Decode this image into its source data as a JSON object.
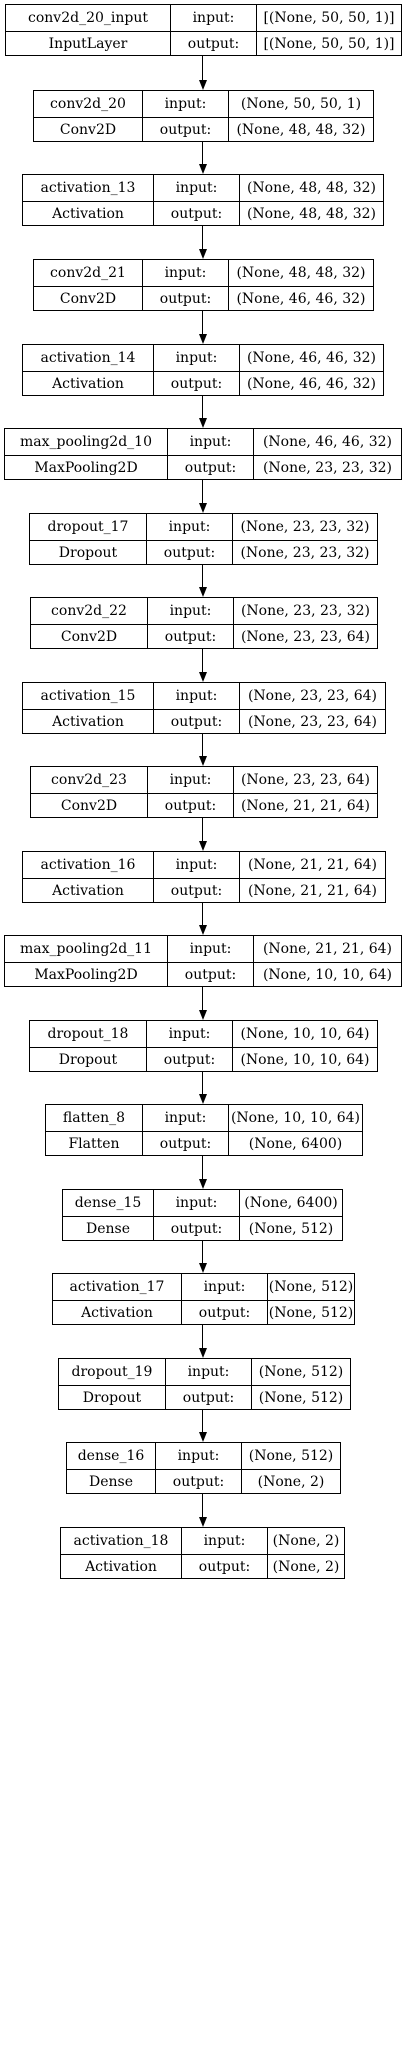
{
  "layers": [
    {
      "name": "conv2d_20_input",
      "type": "InputLayer",
      "input_label": "input:",
      "output_label": "output:",
      "input_shape": "[(None, 50, 50, 1)]",
      "output_shape": "[(None, 50, 50, 1)]"
    },
    {
      "name": "conv2d_20",
      "type": "Conv2D",
      "input_label": "input:",
      "output_label": "output:",
      "input_shape": "(None, 50, 50, 1)",
      "output_shape": "(None, 48, 48, 32)"
    },
    {
      "name": "activation_13",
      "type": "Activation",
      "input_label": "input:",
      "output_label": "output:",
      "input_shape": "(None, 48, 48, 32)",
      "output_shape": "(None, 48, 48, 32)"
    },
    {
      "name": "conv2d_21",
      "type": "Conv2D",
      "input_label": "input:",
      "output_label": "output:",
      "input_shape": "(None, 48, 48, 32)",
      "output_shape": "(None, 46, 46, 32)"
    },
    {
      "name": "activation_14",
      "type": "Activation",
      "input_label": "input:",
      "output_label": "output:",
      "input_shape": "(None, 46, 46, 32)",
      "output_shape": "(None, 46, 46, 32)"
    },
    {
      "name": "max_pooling2d_10",
      "type": "MaxPooling2D",
      "input_label": "input:",
      "output_label": "output:",
      "input_shape": "(None, 46, 46, 32)",
      "output_shape": "(None, 23, 23, 32)"
    },
    {
      "name": "dropout_17",
      "type": "Dropout",
      "input_label": "input:",
      "output_label": "output:",
      "input_shape": "(None, 23, 23, 32)",
      "output_shape": "(None, 23, 23, 32)"
    },
    {
      "name": "conv2d_22",
      "type": "Conv2D",
      "input_label": "input:",
      "output_label": "output:",
      "input_shape": "(None, 23, 23, 32)",
      "output_shape": "(None, 23, 23, 64)"
    },
    {
      "name": "activation_15",
      "type": "Activation",
      "input_label": "input:",
      "output_label": "output:",
      "input_shape": "(None, 23, 23, 64)",
      "output_shape": "(None, 23, 23, 64)"
    },
    {
      "name": "conv2d_23",
      "type": "Conv2D",
      "input_label": "input:",
      "output_label": "output:",
      "input_shape": "(None, 23, 23, 64)",
      "output_shape": "(None, 21, 21, 64)"
    },
    {
      "name": "activation_16",
      "type": "Activation",
      "input_label": "input:",
      "output_label": "output:",
      "input_shape": "(None, 21, 21, 64)",
      "output_shape": "(None, 21, 21, 64)"
    },
    {
      "name": "max_pooling2d_11",
      "type": "MaxPooling2D",
      "input_label": "input:",
      "output_label": "output:",
      "input_shape": "(None, 21, 21, 64)",
      "output_shape": "(None, 10, 10, 64)"
    },
    {
      "name": "dropout_18",
      "type": "Dropout",
      "input_label": "input:",
      "output_label": "output:",
      "input_shape": "(None, 10, 10, 64)",
      "output_shape": "(None, 10, 10, 64)"
    },
    {
      "name": "flatten_8",
      "type": "Flatten",
      "input_label": "input:",
      "output_label": "output:",
      "input_shape": "(None, 10, 10, 64)",
      "output_shape": "(None, 6400)"
    },
    {
      "name": "dense_15",
      "type": "Dense",
      "input_label": "input:",
      "output_label": "output:",
      "input_shape": "(None, 6400)",
      "output_shape": "(None, 512)"
    },
    {
      "name": "activation_17",
      "type": "Activation",
      "input_label": "input:",
      "output_label": "output:",
      "input_shape": "(None, 512)",
      "output_shape": "(None, 512)"
    },
    {
      "name": "dropout_19",
      "type": "Dropout",
      "input_label": "input:",
      "output_label": "output:",
      "input_shape": "(None, 512)",
      "output_shape": "(None, 512)"
    },
    {
      "name": "dense_16",
      "type": "Dense",
      "input_label": "input:",
      "output_label": "output:",
      "input_shape": "(None, 512)",
      "output_shape": "(None, 2)"
    },
    {
      "name": "activation_18",
      "type": "Activation",
      "input_label": "input:",
      "output_label": "output:",
      "input_shape": "(None, 2)",
      "output_shape": "(None, 2)"
    }
  ]
}
